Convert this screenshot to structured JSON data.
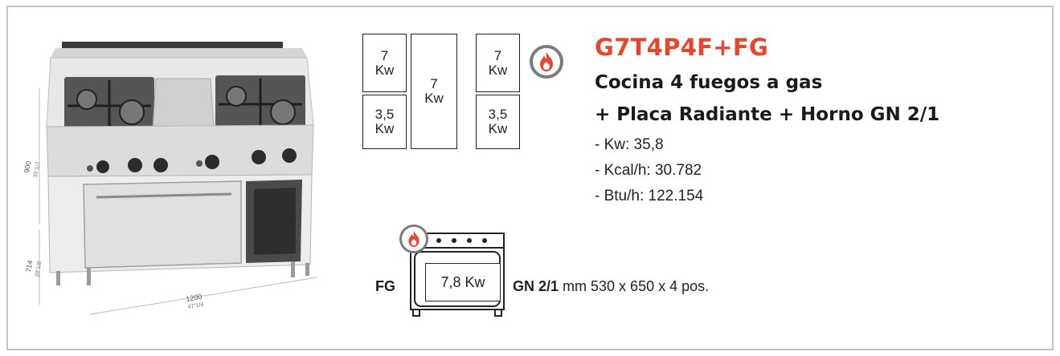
{
  "product": {
    "model_code": "G7T4P4F+FG",
    "description_line1": "Cocina 4 fuegos a gas",
    "description_line2": "+ Placa Radiante + Horno GN 2/1",
    "specs": [
      "- Kw: 35,8",
      "- Kcal/h: 30.782",
      "- Btu/h: 122.154"
    ]
  },
  "dimensions": {
    "height": "900",
    "height_in": "35\"1/2",
    "depth": "714",
    "depth_in": "28\"1/8",
    "width": "1200",
    "width_in": "47\"1/4"
  },
  "burners": {
    "left_top": "7\nKw",
    "left_bottom": "3,5\nKw",
    "center_plate": "7\nKw",
    "right_top": "7\nKw",
    "right_bottom": "3,5\nKw"
  },
  "oven": {
    "label": "FG",
    "power": "7,8 Kw",
    "gn_label": "GN 2/1",
    "gn_detail": " mm 530 x 650 x 4 pos."
  },
  "icons": {
    "flame": "flame-icon"
  },
  "colors": {
    "accent": "#e8462b",
    "badge_ring": "#7c7c7c",
    "frame": "#c4c4c4"
  }
}
